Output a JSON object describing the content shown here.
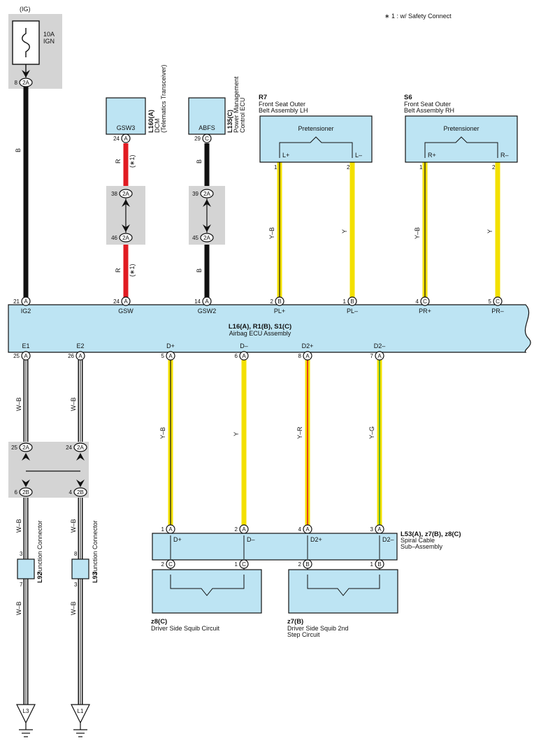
{
  "note": "∗ 1 : w/ Safety Connect",
  "power": {
    "label": "(IG)",
    "fuse": "10A",
    "fuse_name": "IGN"
  },
  "colors": {
    "box_fill": "#bde4f3",
    "junction_fill": "#d4d4d4",
    "wire_B": "#111111",
    "wire_R": "#e11b22",
    "wire_Y": "#f3e000",
    "wire_W": "#ffffff",
    "wire_G": "#2e9e3f"
  },
  "wire_labels": {
    "b": "B",
    "r": "R",
    "r_note": "(∗1)",
    "yb": "Y–B",
    "y": "Y",
    "wb": "W–B",
    "yr": "Y–R",
    "yg": "Y–G"
  },
  "pins": {
    "ig_in_num": "8",
    "ig_in_conn": "2A",
    "dcm_num": "24",
    "dcm_conn": "A",
    "pm_num": "29",
    "pm_conn": "C",
    "j38_num": "38",
    "j38_conn": "2A",
    "j46_num": "46",
    "j46_conn": "2A",
    "j39_num": "39",
    "j39_conn": "2A",
    "j45_num": "45",
    "j45_conn": "2A",
    "r7_1": "1",
    "r7_2": "2",
    "s6_1": "1",
    "s6_2": "2",
    "ecu_21": "21",
    "ecu_21c": "A",
    "ecu_24": "24",
    "ecu_24c": "A",
    "ecu_14": "14",
    "ecu_14c": "A",
    "ecu_2": "2",
    "ecu_2c": "B",
    "ecu_1": "1",
    "ecu_1c": "B",
    "ecu_4": "4",
    "ecu_4c": "C",
    "ecu_5": "5",
    "ecu_5c": "C",
    "ecu_25": "25",
    "ecu_25c": "A",
    "ecu_26": "26",
    "ecu_26c": "A",
    "ecu_5b": "5",
    "ecu_5bc": "A",
    "ecu_6": "6",
    "ecu_6c": "A",
    "ecu_8": "8",
    "ecu_8c": "A",
    "ecu_7": "7",
    "ecu_7c": "A",
    "j25_num": "25",
    "j25_conn": "2A",
    "j24_num": "24",
    "j24_conn": "2A",
    "j6_num": "6",
    "j6_conn": "2B",
    "j4_num": "4",
    "j4_conn": "2B",
    "l92_3": "3",
    "l92_7": "7",
    "l93_8": "8",
    "l93_3": "3",
    "sp_1": "1",
    "sp_1c": "A",
    "sp_2": "2",
    "sp_2c": "A",
    "sp_4": "4",
    "sp_4c": "A",
    "sp_3": "3",
    "sp_3c": "A",
    "sq_2": "2",
    "sq_2c": "C",
    "sq_1": "1",
    "sq_1c": "C",
    "sq2_2": "2",
    "sq2_2c": "B",
    "sq2_1": "1",
    "sq2_1c": "B"
  },
  "dcm": {
    "terminal": "GSW3",
    "code": "L160(A)",
    "name": "DCM",
    "sub": "(Telematics Transceiver)"
  },
  "pmecu": {
    "terminal": "ABFS",
    "code": "L135(C)",
    "name": "Power Management",
    "sub": "Control ECU"
  },
  "r7": {
    "code": "R7",
    "line1": "Front Seat Outer",
    "line2": "Belt Assembly LH",
    "title": "Pretensioner",
    "t1": "L+",
    "t2": "L–"
  },
  "s6": {
    "code": "S6",
    "line1": "Front Seat Outer",
    "line2": "Belt Assembly RH",
    "title": "Pretensioner",
    "t1": "R+",
    "t2": "R–"
  },
  "ecu": {
    "code": "L16(A), R1(B), S1(C)",
    "name": "Airbag ECU Assembly",
    "top": [
      "IG2",
      "GSW",
      "GSW2",
      "PL+",
      "PL–",
      "PR+",
      "PR–"
    ],
    "bottom": [
      "E1",
      "E2",
      "D+",
      "D–",
      "D2+",
      "D2–"
    ]
  },
  "l92": {
    "code": "L92",
    "name": "Junction Connector"
  },
  "l93": {
    "code": "L93",
    "name": "Junction Connector"
  },
  "spiral": {
    "code": "L53(A), z7(B), z8(C)",
    "line1": "Spiral Cable",
    "line2": "Sub–Assembly",
    "t": [
      "D+",
      "D–",
      "D2+",
      "D2–"
    ]
  },
  "squib1": {
    "code": "z8(C)",
    "name": "Driver Side Squib Circuit"
  },
  "squib2": {
    "code": "z7(B)",
    "line1": "Driver Side Squib 2nd",
    "line2": "Step Circuit"
  },
  "grounds": {
    "g1": "L3",
    "g2": "L1"
  }
}
